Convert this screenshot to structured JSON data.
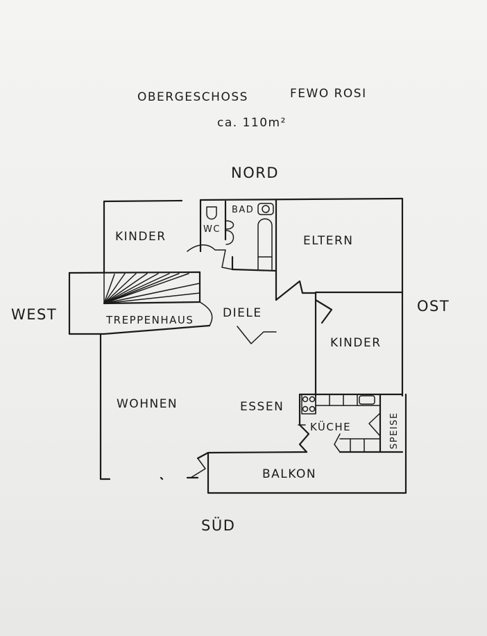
{
  "header": {
    "floor": "OBERGESCHOSS",
    "name": "FEWO ROSI",
    "area": "ca. 110m²"
  },
  "compass": {
    "north": "NORD",
    "south": "SÜD",
    "west": "WEST",
    "east": "OST"
  },
  "rooms": {
    "kinder_nw": "KINDER",
    "bad": "BAD",
    "wc": "WC",
    "eltern": "ELTERN",
    "treppenhaus": "TREPPENHAUS",
    "diele": "DIELE",
    "kinder_e": "KINDER",
    "wohnen": "WOHNEN",
    "essen": "ESSEN",
    "kueche": "KÜCHE",
    "speise": "SPEISE",
    "balkon": "BALKON"
  }
}
